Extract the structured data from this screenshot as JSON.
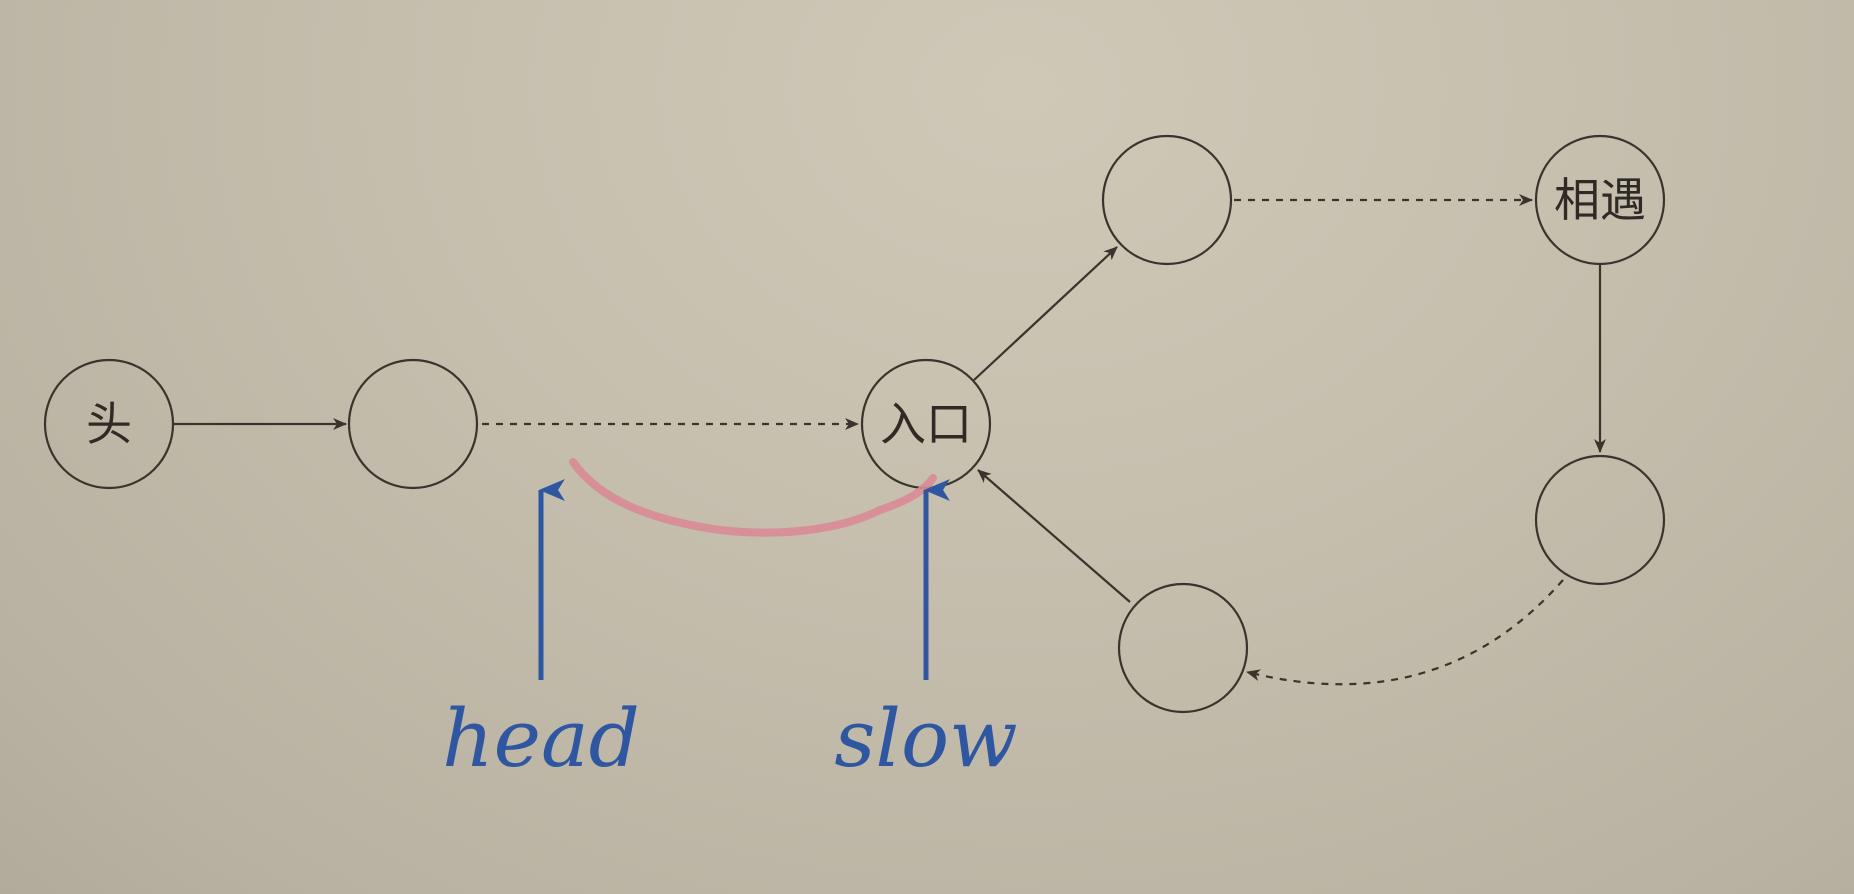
{
  "nodes": {
    "head": "头",
    "entry": "入口",
    "meet": "相遇"
  },
  "pointers": {
    "head": "head",
    "slow": "slow"
  },
  "colors": {
    "stroke": "#3a342d",
    "pointer": "#2f56a0",
    "highlight": "#d98a95"
  }
}
